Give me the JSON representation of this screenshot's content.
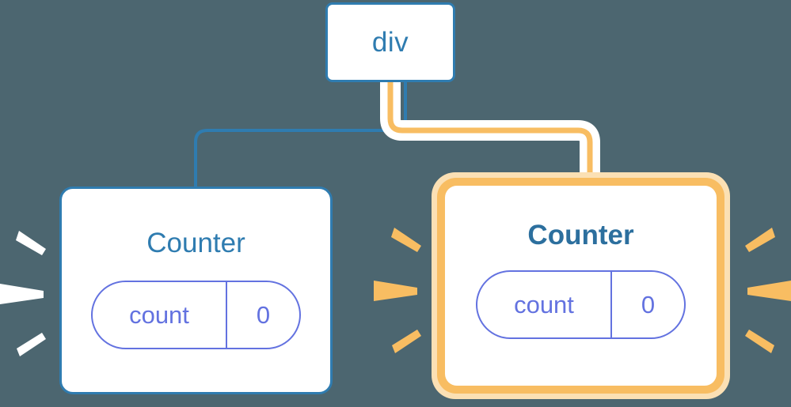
{
  "diagram": {
    "title": "react-component-rerender-tree",
    "background_color": "#4c6670"
  },
  "nodes": {
    "root": {
      "label": "div",
      "border_color": "#2f7cb0",
      "text_color": "#2f7cb0",
      "highlighted": "false"
    },
    "counter_left": {
      "label": "Counter",
      "border_color": "#2f7cb0",
      "text_color": "#2f7cb0",
      "highlighted": "false",
      "prop": {
        "key": "count",
        "value": "0",
        "color": "#6372e0"
      }
    },
    "counter_right": {
      "label": "Counter",
      "border_color": "#f8bd62",
      "glow_color": "#fbe0b4",
      "text_color": "#2c6f9e",
      "highlighted": "true",
      "prop": {
        "key": "count",
        "value": "0",
        "color": "#6372e0"
      }
    }
  },
  "connectors": [
    {
      "name": "root-to-counter-left",
      "color": "#2f7cb0",
      "style": "thin",
      "active": "false"
    },
    {
      "name": "root-to-counter-right",
      "color": "#f8bd62",
      "halo_color": "#ffffff",
      "style": "thick-highlighted",
      "active": "true"
    }
  ],
  "bursts": [
    {
      "name": "burst-left-of-counter-left",
      "color": "#ffffff",
      "ray_count": "3",
      "direction": "right"
    },
    {
      "name": "burst-left-of-counter-right",
      "color": "#f8bd62",
      "ray_count": "3",
      "direction": "right"
    },
    {
      "name": "burst-right-of-counter-right",
      "color": "#f8bd62",
      "ray_count": "3",
      "direction": "left"
    }
  ]
}
